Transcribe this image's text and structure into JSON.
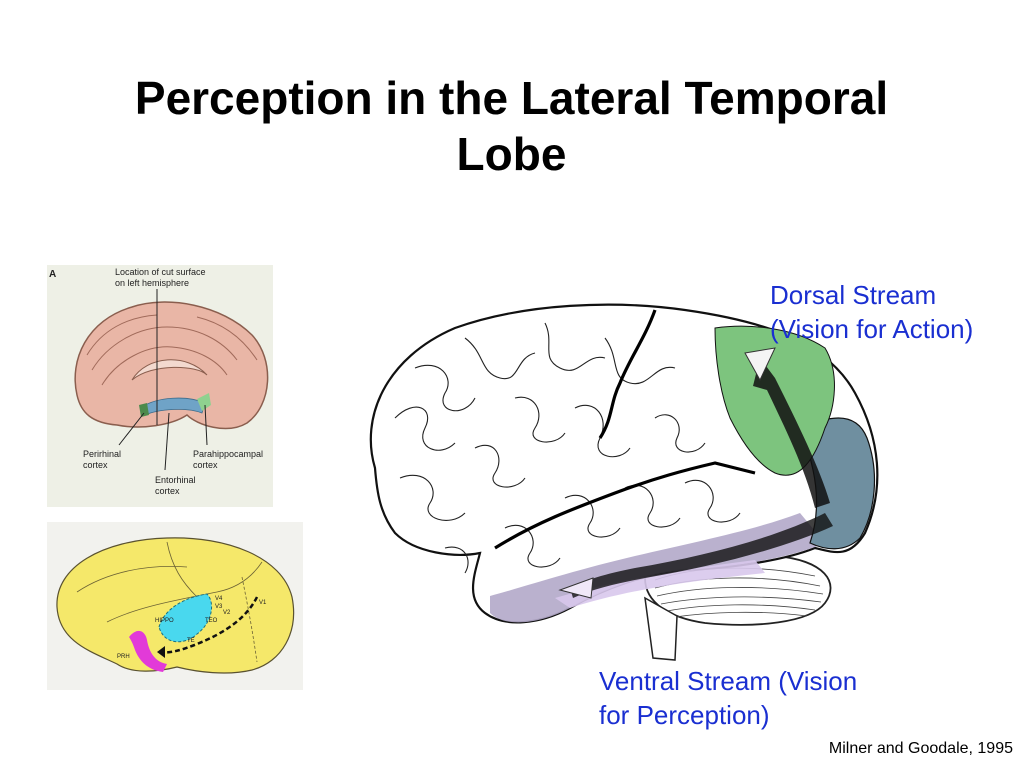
{
  "slide": {
    "title_line1": "Perception in the Lateral Temporal",
    "title_line2": "Lobe",
    "citation": "Milner and Goodale, 1995"
  },
  "medial_panel": {
    "panel_letter": "A",
    "cut_label_line1": "Location of cut surface",
    "cut_label_line2": "on left hemisphere",
    "perirhinal_line1": "Perirhinal",
    "perirhinal_line2": "cortex",
    "parahippocampal_line1": "Parahippocampal",
    "parahippocampal_line2": "cortex",
    "entorhinal_line1": "Entorhinal",
    "entorhinal_line2": "cortex"
  },
  "monkey_panel": {
    "label_hippo": "HIPPO",
    "label_teo": "TEO",
    "label_te": "TE",
    "label_v4": "V4",
    "label_v3": "V3",
    "label_v2": "V2",
    "label_v1": "V1",
    "label_prh": "PRH"
  },
  "brain": {
    "dorsal_line1": "Dorsal Stream",
    "dorsal_line2": "(Vision for Action)",
    "ventral_line1": "Ventral Stream (Vision",
    "ventral_line2": "for Perception)",
    "colors": {
      "dorsal": "#7dc47e",
      "ventral": "#b3a8c9",
      "occipital": "#6f8fa0",
      "ventral_light": "#d8c8ec",
      "label_text": "#1a2fd1"
    }
  }
}
